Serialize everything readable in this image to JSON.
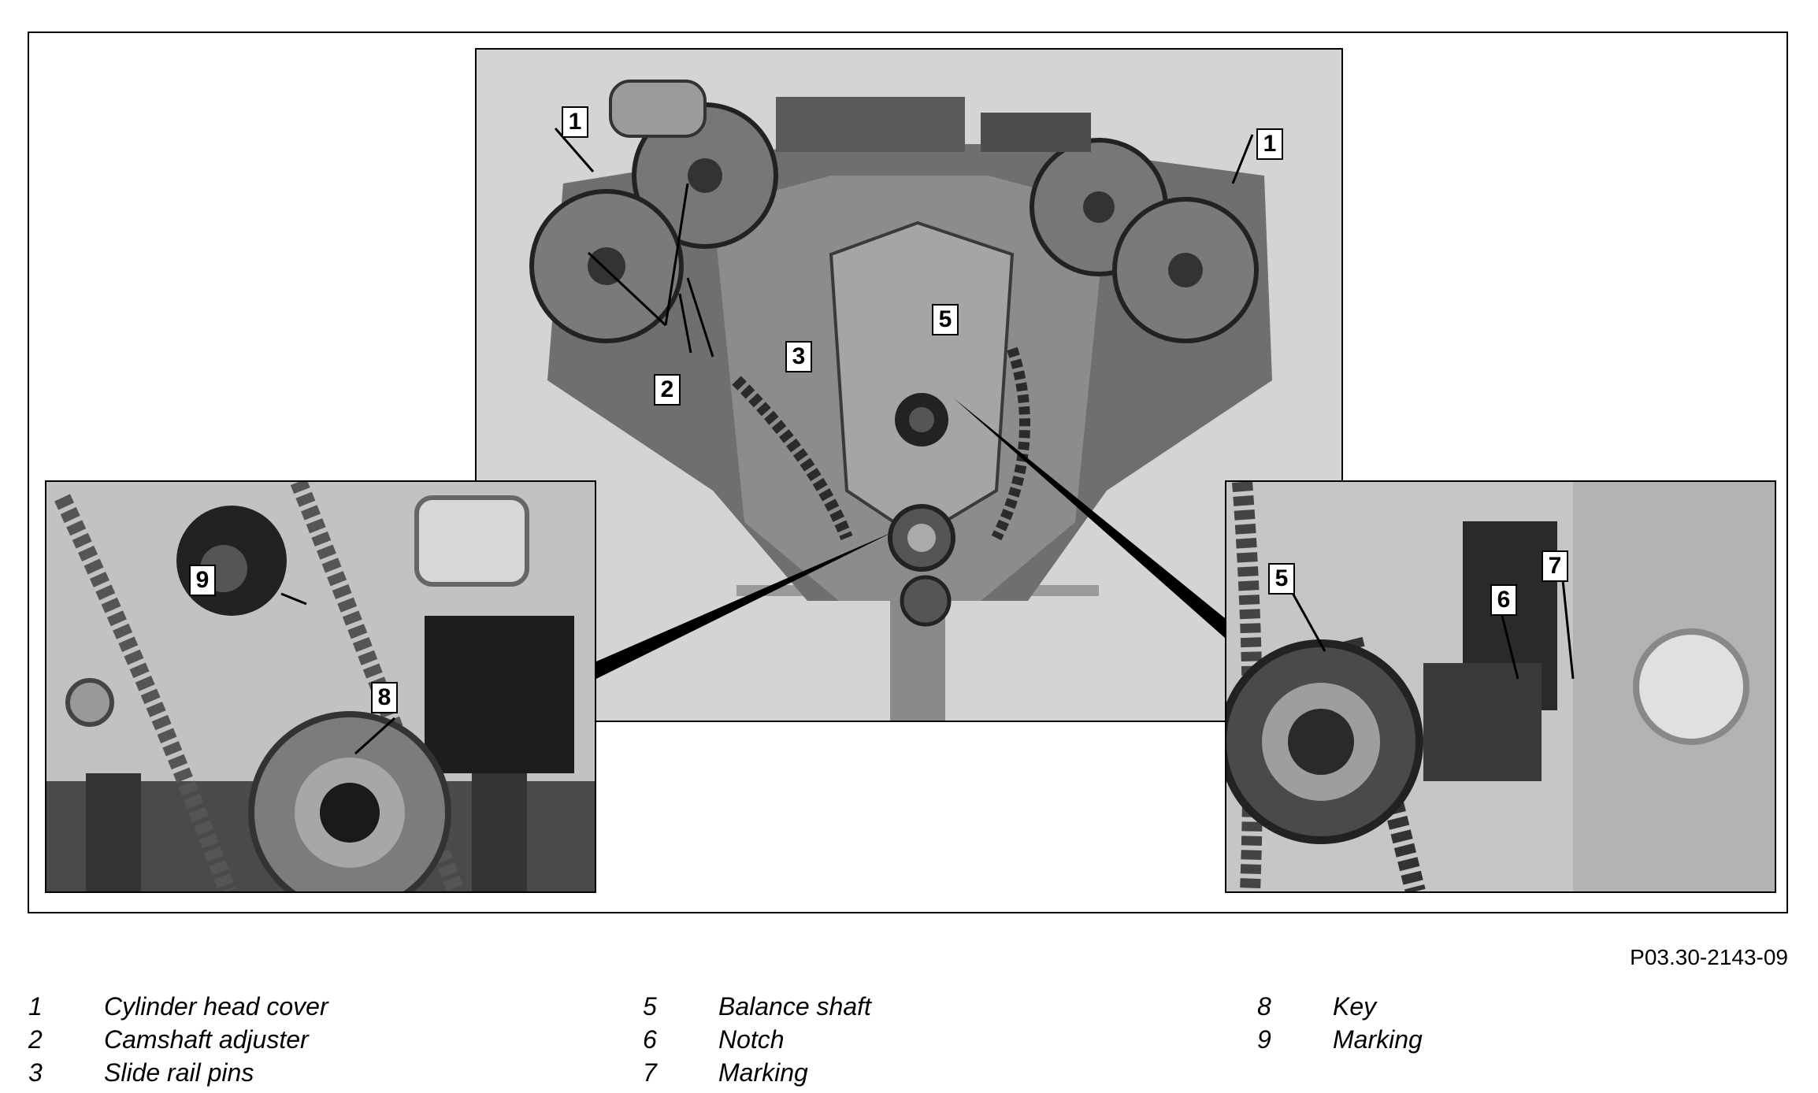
{
  "figure_code": "P03.30-2143-09",
  "callouts": {
    "main_1_left": "1",
    "main_1_right": "1",
    "main_2": "2",
    "main_3": "3",
    "main_5": "5",
    "left_9": "9",
    "left_8": "8",
    "right_5": "5",
    "right_6": "6",
    "right_7": "7"
  },
  "legend": {
    "col1": [
      {
        "num": "1",
        "label": "Cylinder head cover"
      },
      {
        "num": "2",
        "label": "Camshaft adjuster"
      },
      {
        "num": "3",
        "label": "Slide rail pins"
      }
    ],
    "col2": [
      {
        "num": "5",
        "label": "Balance shaft"
      },
      {
        "num": "6",
        "label": "Notch"
      },
      {
        "num": "7",
        "label": "Marking"
      }
    ],
    "col3": [
      {
        "num": "8",
        "label": "Key"
      },
      {
        "num": "9",
        "label": "Marking"
      }
    ]
  }
}
